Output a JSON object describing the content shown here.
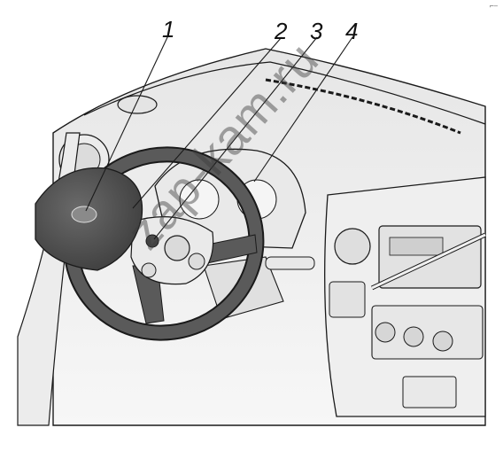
{
  "callouts": [
    {
      "number": "1"
    },
    {
      "number": "2"
    },
    {
      "number": "3"
    },
    {
      "number": "4"
    }
  ],
  "watermark": "zap-kam.ru",
  "corner_mark": "⌐–",
  "colors": {
    "line": "#1a1a1a",
    "panel_fill": "#f3f3f3",
    "airbag_fill": "#4a4a4a",
    "shade": "#d8d8d8"
  }
}
